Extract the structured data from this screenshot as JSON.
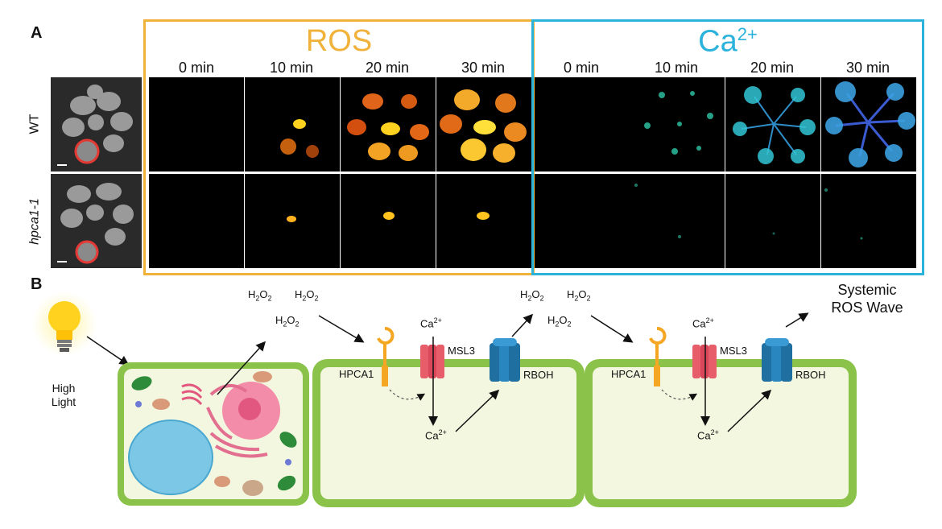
{
  "panel_a": {
    "letter": "A",
    "ros_title": "ROS",
    "ca_title_base": "Ca",
    "ca_title_sup": "2+",
    "ros_times": [
      "0 min",
      "10 min",
      "20 min",
      "30 min"
    ],
    "ca_times": [
      "0 min",
      "10 min",
      "20 min",
      "30 min"
    ],
    "rows": [
      "WT",
      "hpca1-1"
    ],
    "colors": {
      "ros_frame": "#f0b23a",
      "ca_frame": "#2bb3dc"
    }
  },
  "panel_b": {
    "letter": "B",
    "light_label_line1": "High",
    "light_label_line2": "Light",
    "h2o2_base": "H",
    "h2o2_sub": "2",
    "h2o2_mid": "O",
    "ca2_base": "Ca",
    "ca2_sup": "2+",
    "receptor_label": "HPCA1",
    "channel_label": "MSL3",
    "oxidase_label": "RBOH",
    "output_line1": "Systemic",
    "output_line2": "ROS Wave",
    "colors": {
      "cell_wall": "#8bc34a",
      "cytoplasm": "#f3f7e0",
      "receptor": "#f5a623",
      "channel": "#e85d6a",
      "rboh": "#1f6fa0"
    }
  }
}
